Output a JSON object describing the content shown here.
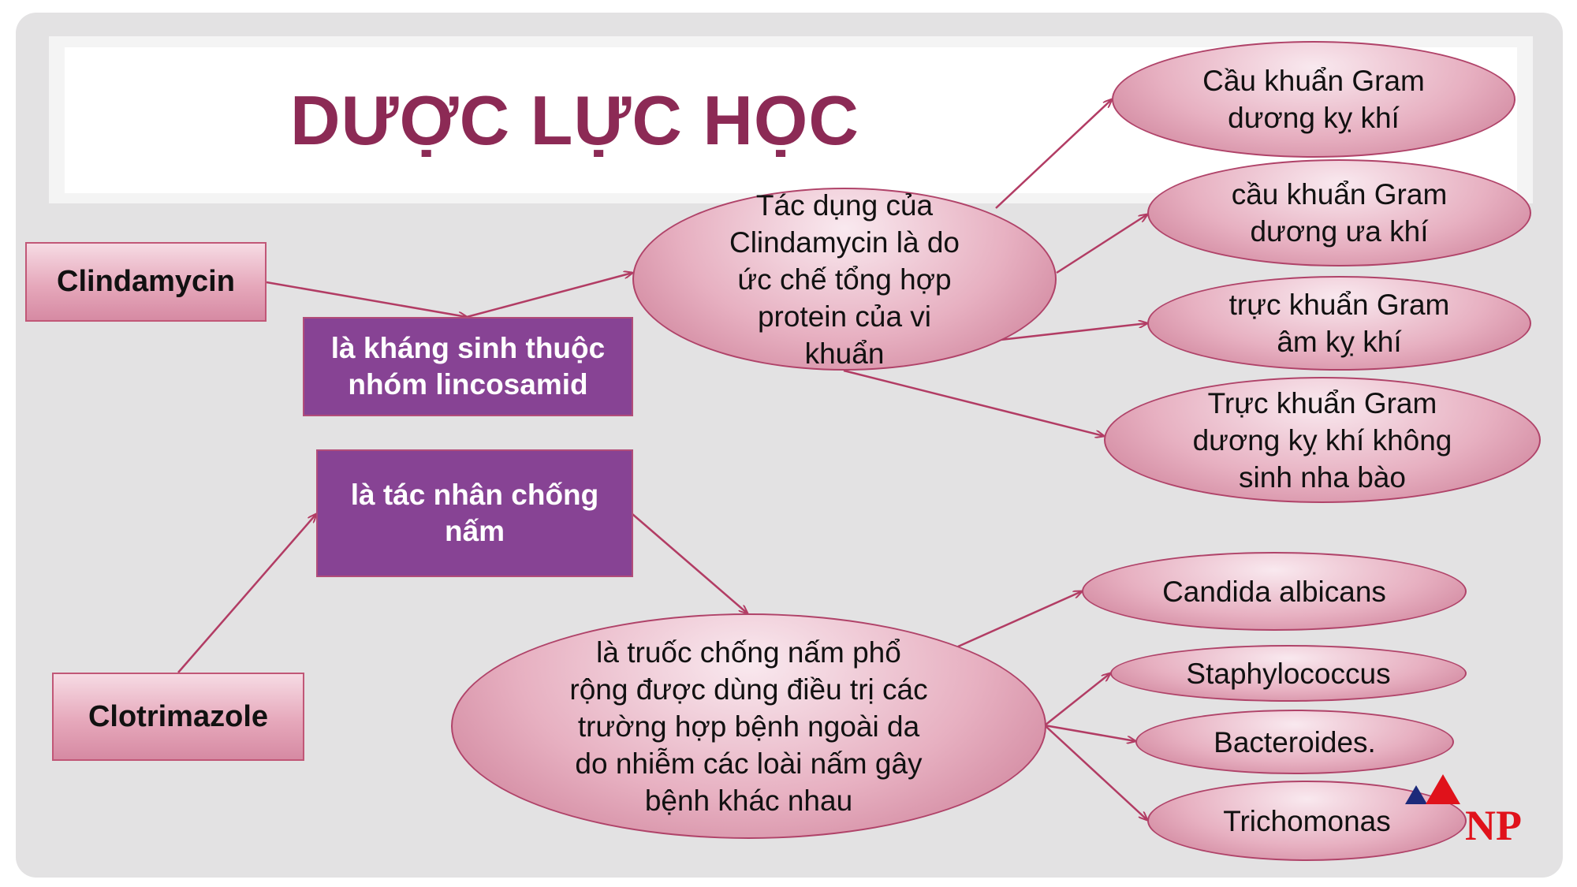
{
  "title": "DƯỢC LỰC HỌC",
  "nodes": {
    "clindamycin": "Clindamycin",
    "lincosamid": "là kháng sinh thuộc\nnhóm lincosamid",
    "clinda_effect": "Tác dụng của\nClindamycin là do\nức chế tổng hợp\nprotein của vi\nkhuẩn",
    "gram_pos_anaerobic": "Cầu khuẩn Gram\ndương kỵ khí",
    "gram_pos_aerobic": "cầu khuẩn Gram\ndương ưa khí",
    "gram_neg_anaerobic": "trực khuẩn Gram\nâm kỵ khí",
    "gram_pos_nonspore": "Trực khuẩn Gram\ndương kỵ khí không\nsinh nha bào",
    "antifungal_agent": "là tác nhân chống\nnấm",
    "clotrimazole": "Clotrimazole",
    "clotri_effect": "là truốc chống nấm phổ\nrộng được dùng điều trị các\ntrường hợp bệnh ngoài da\ndo nhiễm các loài nấm gây\nbệnh khác nhau",
    "candida": "Candida albicans",
    "staphylococcus": "Staphylococcus",
    "bacteroides": "Bacteroides.",
    "trichomonas": "Trichomonas"
  },
  "logo": {
    "text": "NP"
  },
  "colors": {
    "title": "#8c2a55",
    "purple_box": "#874394",
    "arrow": "#b23c64",
    "logo_red": "#e0121b",
    "logo_blue": "#1c2a7a"
  }
}
